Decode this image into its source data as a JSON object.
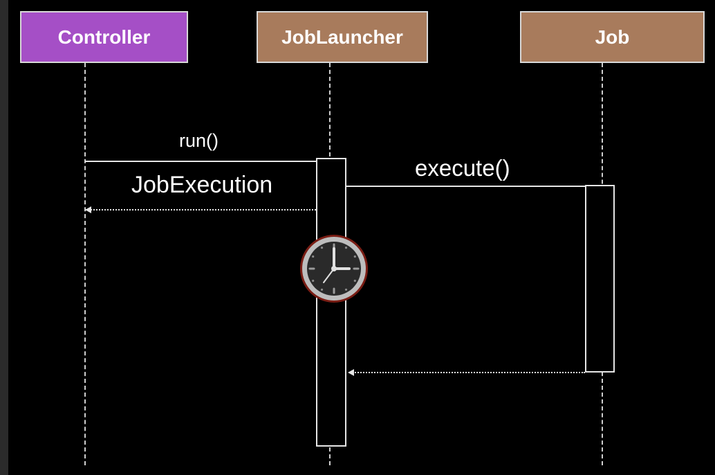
{
  "participants": [
    {
      "label": "Controller",
      "color": "#a54fc6"
    },
    {
      "label": "JobLauncher",
      "color": "#a87b5c"
    },
    {
      "label": "Job",
      "color": "#a87b5c"
    }
  ],
  "messages": {
    "run": "run()",
    "job_execution": "JobExecution",
    "execute": "execute()"
  },
  "icons": {
    "clock": "clock-icon",
    "arrow": "arrow-left-icon"
  }
}
